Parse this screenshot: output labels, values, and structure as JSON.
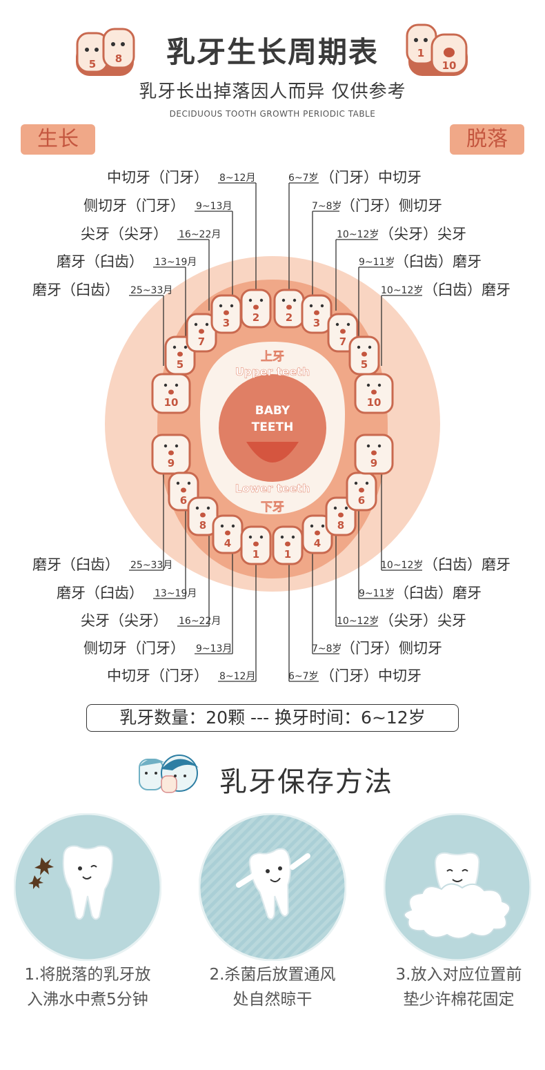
{
  "header": {
    "title": "乳牙生长周期表",
    "subtitle": "乳牙长出掉落因人而异 仅供参考",
    "en_title": "DECIDUOUS TOOTH GROWTH PERIODIC TABLE",
    "mascot_left": [
      "5",
      "8"
    ],
    "mascot_right": [
      "1",
      "10"
    ]
  },
  "tags": {
    "grow": "生长",
    "fall": "脱落"
  },
  "diagram": {
    "upper_cn": "上牙",
    "upper_en": "Upper teeth",
    "center_line1": "BABY",
    "center_line2": "TEETH",
    "lower_en": "Lower teeth",
    "lower_cn": "下牙",
    "upper_numbers": [
      "10",
      "5",
      "7",
      "3",
      "2",
      "2",
      "3",
      "7",
      "5",
      "10"
    ],
    "lower_numbers": [
      "9",
      "6",
      "8",
      "4",
      "1",
      "1",
      "4",
      "8",
      "6",
      "9"
    ]
  },
  "upper_grow": [
    {
      "name": "中切牙（门牙）",
      "age": "8~12月"
    },
    {
      "name": "侧切牙（门牙）",
      "age": "9~13月"
    },
    {
      "name": "尖牙（尖牙）",
      "age": "16~22月"
    },
    {
      "name": "磨牙（臼齿）",
      "age": "13~19月"
    },
    {
      "name": "磨牙（臼齿）",
      "age": "25~33月"
    }
  ],
  "upper_fall": [
    {
      "age": "6~7岁",
      "name": "（门牙）中切牙"
    },
    {
      "age": "7~8岁",
      "name": "（门牙）侧切牙"
    },
    {
      "age": "10~12岁",
      "name": "（尖牙）尖牙"
    },
    {
      "age": "9~11岁",
      "name": "（臼齿）磨牙"
    },
    {
      "age": "10~12岁",
      "name": "（臼齿）磨牙"
    }
  ],
  "lower_grow": [
    {
      "name": "磨牙（臼齿）",
      "age": "25~33月"
    },
    {
      "name": "磨牙（臼齿）",
      "age": "13~19月"
    },
    {
      "name": "尖牙（尖牙）",
      "age": "16~22月"
    },
    {
      "name": "侧切牙（门牙）",
      "age": "9~13月"
    },
    {
      "name": "中切牙（门牙）",
      "age": "8~12月"
    }
  ],
  "lower_fall": [
    {
      "age": "10~12岁",
      "name": "（臼齿）磨牙"
    },
    {
      "age": "9~11岁",
      "name": "（臼齿）磨牙"
    },
    {
      "age": "10~12岁",
      "name": "（尖牙）尖牙"
    },
    {
      "age": "7~8岁",
      "name": "（门牙）侧切牙"
    },
    {
      "age": "6~7岁",
      "name": "（门牙）中切牙"
    }
  ],
  "summary": "乳牙数量：20颗 --- 换牙时间：6~12岁",
  "care": {
    "title": "乳牙保存方法",
    "steps": [
      {
        "line1": "1.将脱落的乳牙放",
        "line2": "入沸水中煮5分钟"
      },
      {
        "line1": "2.杀菌后放置通风",
        "line2": "处自然晾干"
      },
      {
        "line1": "3.放入对应位置前",
        "line2": "垫少许棉花固定"
      }
    ]
  },
  "colors": {
    "outer_ring": "#f9d5c2",
    "gum": "#f0a888",
    "gum_dark": "#e07f65",
    "accent": "#c4563f",
    "tooth": "#fbf2ea",
    "circle_bg": "#b9d8dc"
  }
}
